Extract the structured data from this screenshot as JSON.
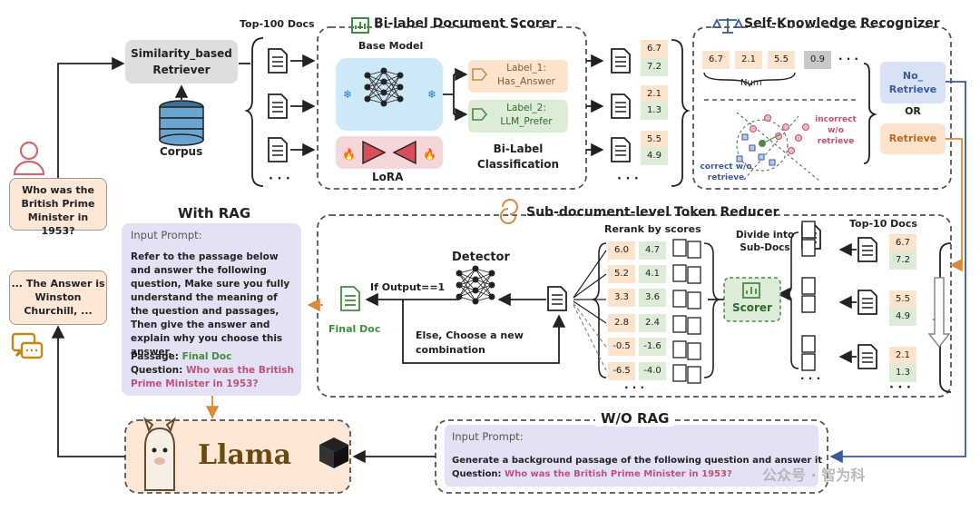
{
  "colors": {
    "orange": "#d98a3a",
    "green": "#3f8f3a",
    "red_text": "#c0507a",
    "blue_arrow": "#3b5a9a",
    "base_model_bg": "#cde8f7",
    "orange_box": "#fbe3cc",
    "green_box": "#dcecd6",
    "blue_box": "#d7e3f5",
    "lavender": "#e3e2f5",
    "peach": "#fde8d8"
  },
  "user": {
    "question": "Who was the British Prime Minister in 1953?",
    "answer": "... The Answer is Winston Churchill, ..."
  },
  "retriever": {
    "label": "Similarity_based Retriever",
    "corpus": "Corpus",
    "top_docs": "Top-100 Docs"
  },
  "scorer": {
    "title": "Bi-label Document Scorer",
    "base_model": "Base Model",
    "lora": "LoRA",
    "label1": "Label_1: Has_Answer",
    "label2": "Label_2: LLM_Prefer",
    "classification": "Bi-Label Classification",
    "scores": [
      [
        "6.7",
        "7.2"
      ],
      [
        "2.1",
        "1.3"
      ],
      [
        "5.5",
        "4.9"
      ]
    ],
    "ellipsis": "· · ·"
  },
  "recognizer": {
    "title": "Self-Knowledge Recognizer",
    "nums": [
      "6.7",
      "2.1",
      "5.5",
      "0.9"
    ],
    "num_label": "Num",
    "dots": "· · ·",
    "incorrect": "incorrect w/o retrieve",
    "correct": "correct w/o retrieve",
    "no_retrieve": "No_ Retrieve",
    "or": "OR",
    "retrieve": "Retrieve"
  },
  "reducer": {
    "title": "Sub-document-level Token Reducer",
    "top10": "Top-10 Docs",
    "top_scores": [
      [
        "6.7",
        "7.2"
      ],
      [
        "5.5",
        "4.9"
      ],
      [
        "2.1",
        "1.3"
      ]
    ],
    "divide": "Divide into Sub-Docs",
    "scorer": "Scorer",
    "rerank": "Rerank by scores",
    "rerank_scores": [
      [
        "6.0",
        "4.7"
      ],
      [
        "5.2",
        "4.1"
      ],
      [
        "3.3",
        "3.6"
      ],
      [
        "2.8",
        "2.4"
      ],
      [
        "-0.5",
        "-1.6"
      ],
      [
        "-6.5",
        "-4.0"
      ]
    ],
    "detector": "Detector",
    "if_output": "If Output==1",
    "else": "Else, Choose a new combination",
    "final_doc": "Final Doc"
  },
  "with_rag": {
    "title": "With RAG",
    "prompt_label": "Input Prompt:",
    "body": "Refer to the passage below and answer the following question, Make sure you fully understand the meaning of the question and passages, Then give the answer and explain why you choose this answer.",
    "passage_label": "Passage:",
    "passage_value": "Final Doc",
    "question_label": "Question:",
    "question_value": "Who was the British Prime Minister in 1953?"
  },
  "wo_rag": {
    "title": "W/O RAG",
    "prompt_label": "Input Prompt:",
    "body": "Generate a background passage of the following question and answer it",
    "question_label": "Question:",
    "question_value": "Who was the British Prime Minister in 1953?"
  },
  "llama": {
    "label": "Llama"
  },
  "watermark": "公众号 · 智为科"
}
